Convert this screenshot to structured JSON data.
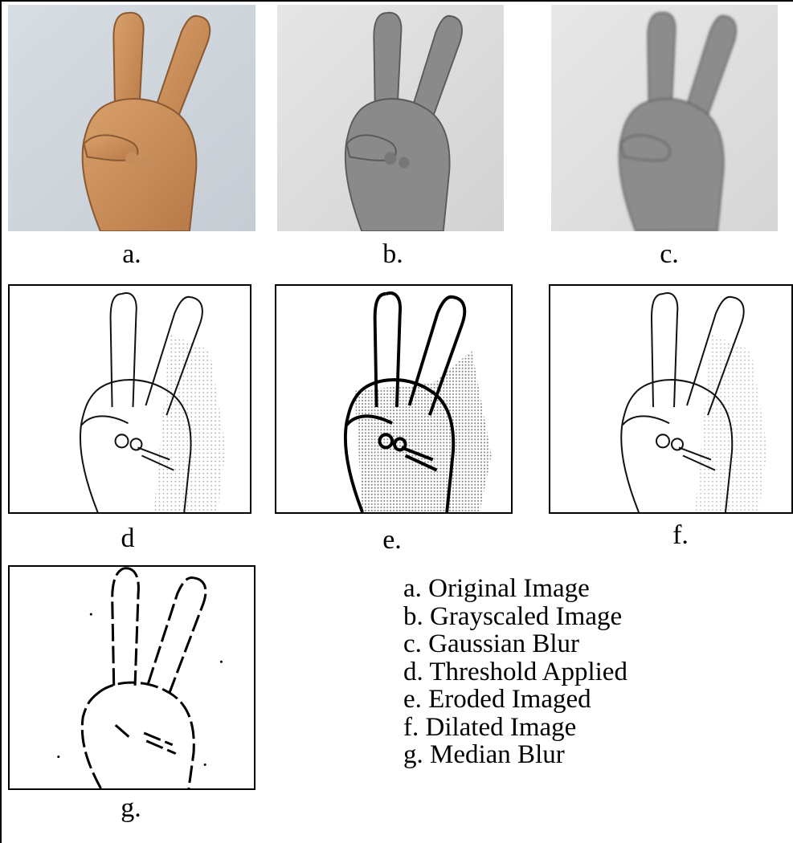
{
  "figure": {
    "panels": [
      {
        "id": "a",
        "label": "a.",
        "view": "photo-color"
      },
      {
        "id": "b",
        "label": "b.",
        "view": "grayscale"
      },
      {
        "id": "c",
        "label": "c.",
        "view": "grayscale-blurred"
      },
      {
        "id": "d",
        "label": "d",
        "view": "threshold-edges"
      },
      {
        "id": "e",
        "label": "e.",
        "view": "eroded-edges"
      },
      {
        "id": "f",
        "label": "f.",
        "view": "dilated-edges"
      },
      {
        "id": "g",
        "label": "g.",
        "view": "median-blur-edges"
      }
    ],
    "legend": [
      "a. Original Image",
      "b. Grayscaled Image",
      "c. Gaussian Blur",
      "d. Threshold Applied",
      "e. Eroded Imaged",
      "f. Dilated Image",
      "g. Median Blur"
    ]
  }
}
